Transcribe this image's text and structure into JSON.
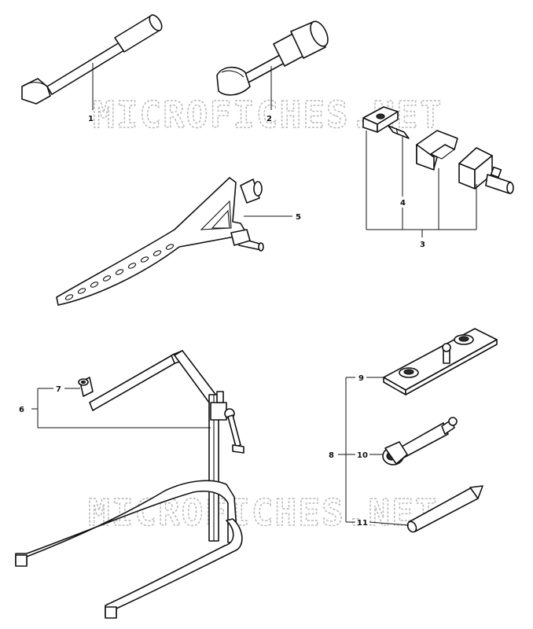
{
  "watermark": "MICROFICHES.NET",
  "callouts": {
    "p1": "1",
    "p2": "2",
    "p3": "3",
    "p4": "4",
    "p5": "5",
    "p6": "6",
    "p7": "7",
    "p8": "8",
    "p9": "9",
    "p10": "10",
    "p11": "11"
  }
}
